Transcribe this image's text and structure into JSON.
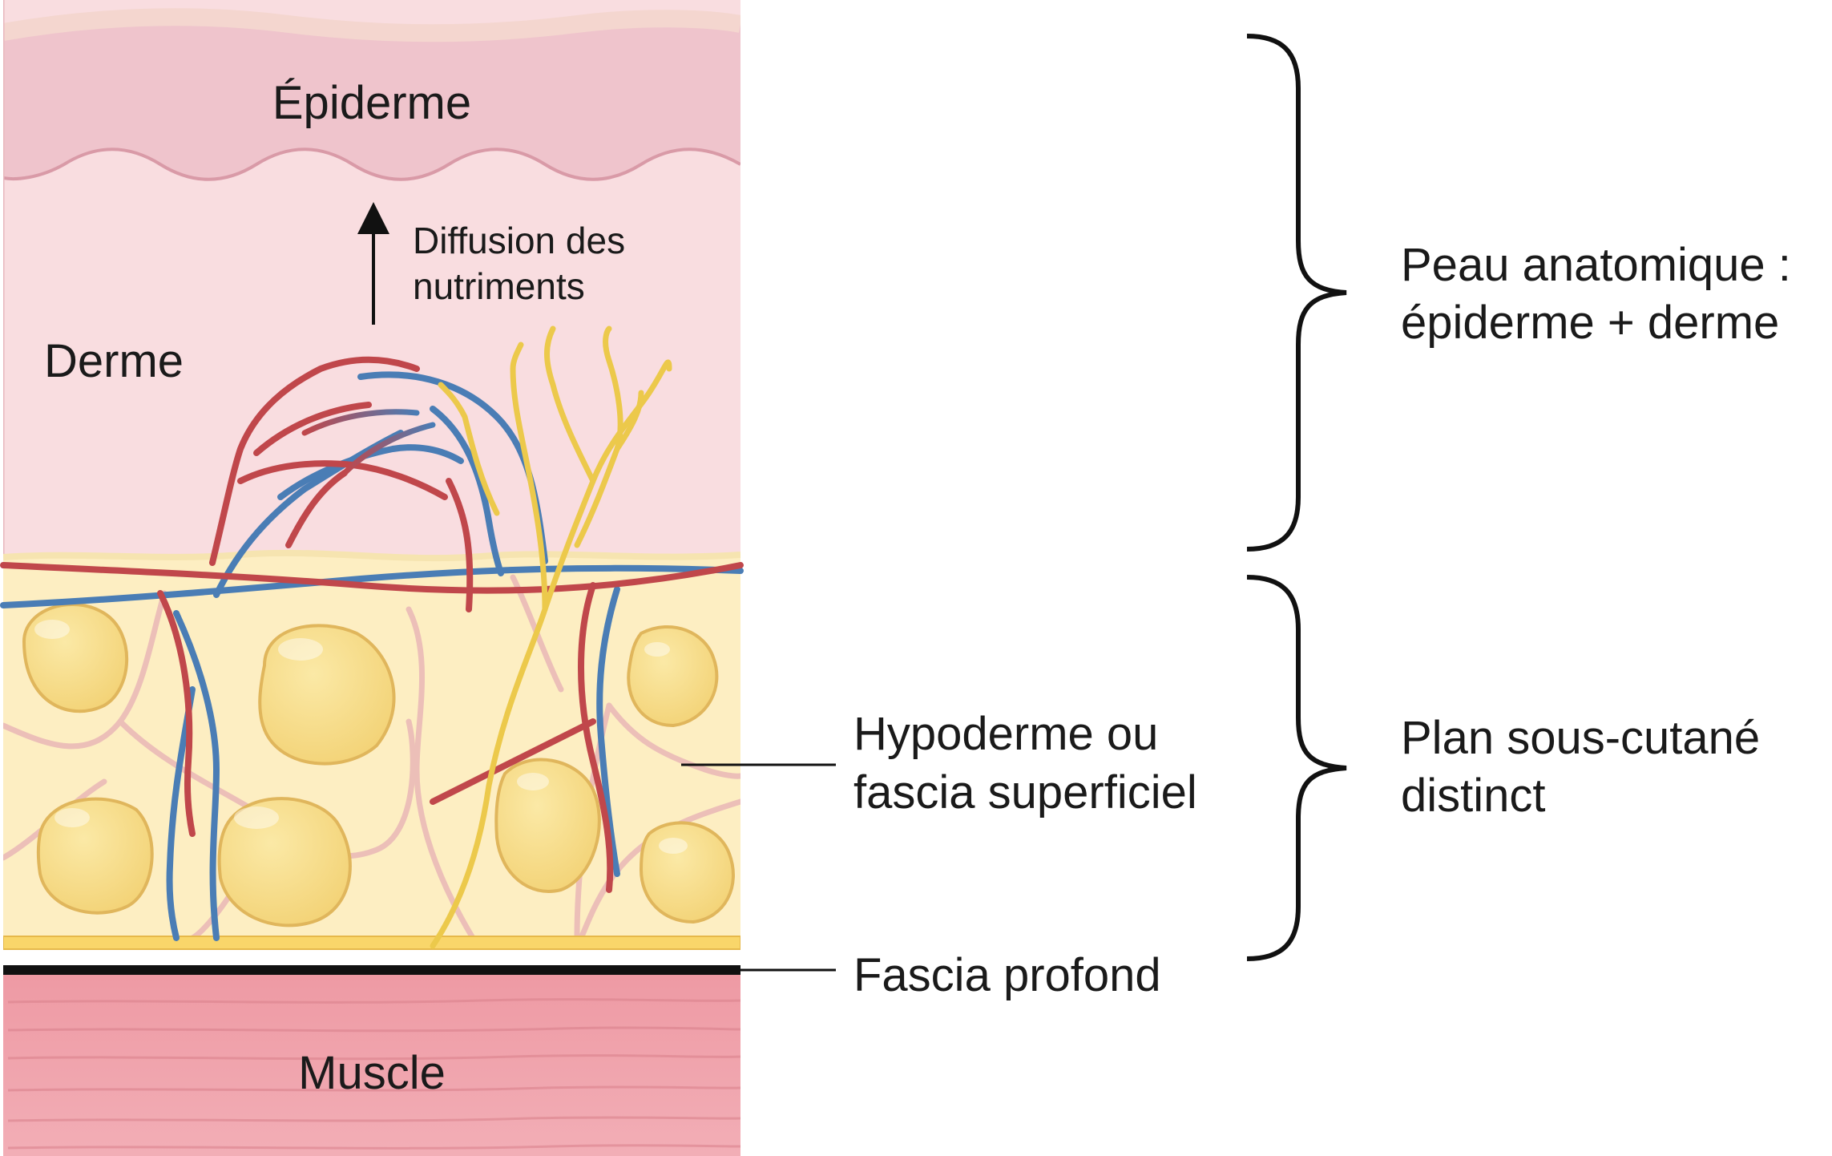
{
  "layers": {
    "epidermis": "Épiderme",
    "dermis": "Derme",
    "muscle": "Muscle"
  },
  "annotations": {
    "diffusion_line1": "Diffusion des",
    "diffusion_line2": "nutriments",
    "hypodermis_line1": "Hypoderme ou",
    "hypodermis_line2": "fascia superficiel",
    "deep_fascia": "Fascia profond"
  },
  "groups": {
    "skin_line1": "Peau anatomique :",
    "skin_line2": "épiderme + derme",
    "subcutaneous_line1": "Plan sous-cutané",
    "subcutaneous_line2": "distinct"
  },
  "colors": {
    "artery": "#c0474b",
    "vein": "#4a7db5",
    "nerve": "#ecc94b",
    "fat": "#f8e08e",
    "dermis": "#f9dde0",
    "epidermis": "#efc4cc",
    "muscle": "#ec9ea6"
  }
}
